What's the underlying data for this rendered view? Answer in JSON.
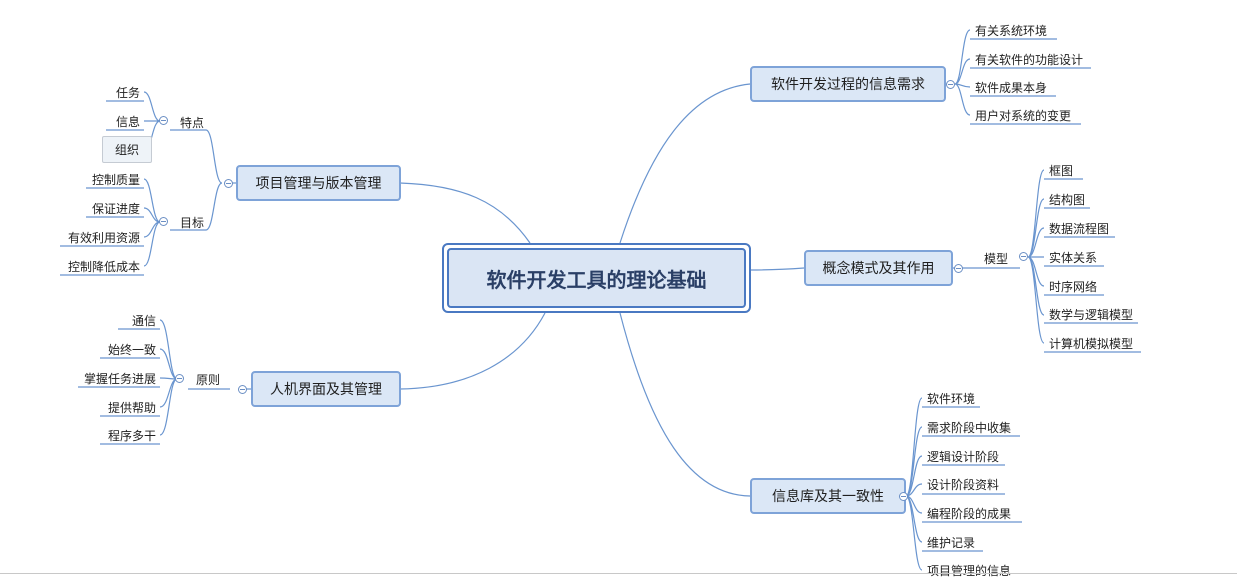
{
  "central": "软件开发工具的理论基础",
  "branches": {
    "info_needs": {
      "label": "软件开发过程的信息需求",
      "items": [
        "有关系统环境",
        "有关软件的功能设计",
        "软件成果本身",
        "用户对系统的变更"
      ]
    },
    "concept": {
      "label": "概念模式及其作用",
      "sub": "模型",
      "items": [
        "框图",
        "结构图",
        "数据流程图",
        "实体关系",
        "时序网络",
        "数学与逻辑模型",
        "计算机模拟模型"
      ]
    },
    "repo": {
      "label": "信息库及其一致性",
      "items": [
        "软件环境",
        "需求阶段中收集",
        "逻辑设计阶段",
        "设计阶段资料",
        "编程阶段的成果",
        "维护记录",
        "项目管理的信息"
      ]
    },
    "project": {
      "label": "项目管理与版本管理",
      "features": {
        "label": "特点",
        "items": [
          "任务",
          "信息",
          "组织"
        ]
      },
      "goals": {
        "label": "目标",
        "items": [
          "控制质量",
          "保证进度",
          "有效利用资源",
          "控制降低成本"
        ]
      }
    },
    "hci": {
      "label": "人机界面及其管理",
      "principles": {
        "label": "原则",
        "items": [
          "通信",
          "始终一致",
          "掌握任务进展",
          "提供帮助",
          "程序多干"
        ]
      }
    }
  },
  "colors": {
    "line": "#6a95cf",
    "node_fill": "#dbe7f6",
    "node_border": "#7ea3d8",
    "central_border": "#4a79c2"
  }
}
